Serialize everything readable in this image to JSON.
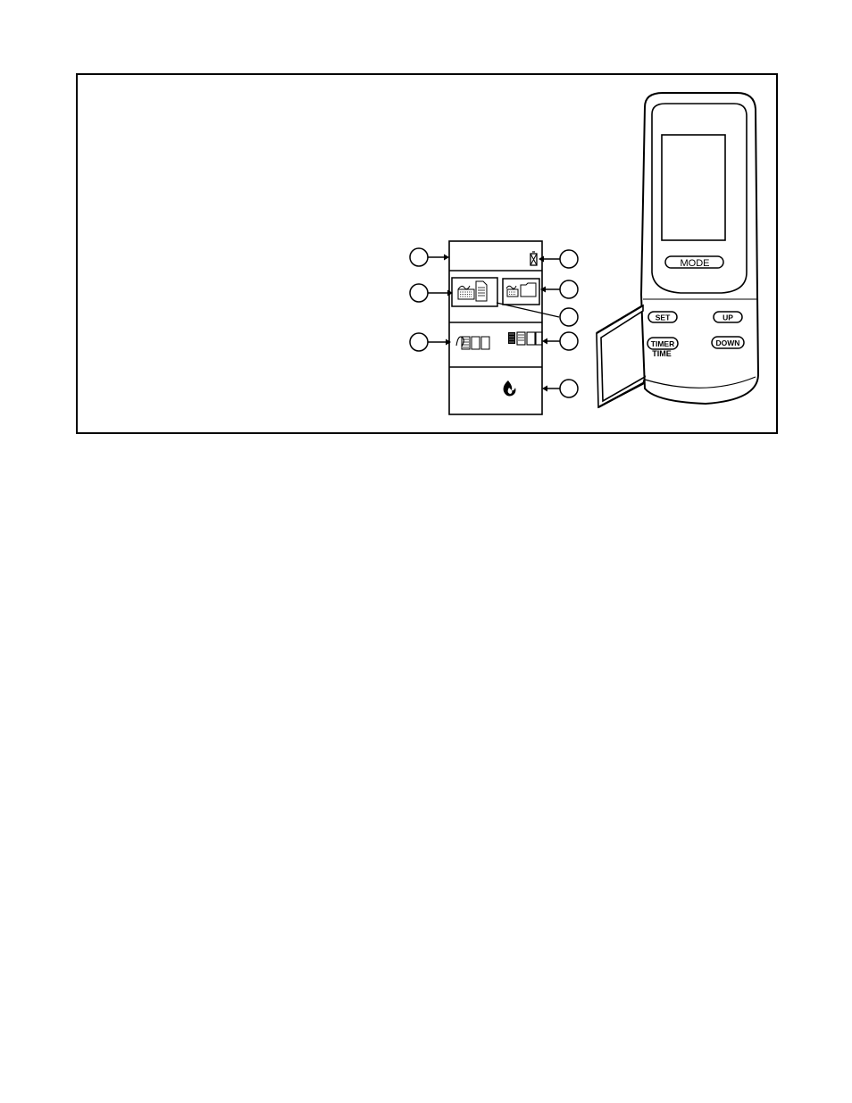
{
  "figure": {
    "frame_color": "#000000",
    "background": "#ffffff"
  },
  "display_panel": {
    "callouts": [
      {
        "id": "c1",
        "side": "left",
        "target": "top-row",
        "label": ""
      },
      {
        "id": "c2",
        "side": "right",
        "target": "battery-icon",
        "label": ""
      },
      {
        "id": "c3",
        "side": "left",
        "target": "manual-icon",
        "label": ""
      },
      {
        "id": "c4",
        "side": "right",
        "target": "thermostat-icon",
        "label": ""
      },
      {
        "id": "c5",
        "side": "right",
        "target": "manual-icon-pointer",
        "label": ""
      },
      {
        "id": "c6",
        "side": "left",
        "target": "flame-level-left",
        "label": ""
      },
      {
        "id": "c7",
        "side": "right",
        "target": "flame-level-right",
        "label": ""
      },
      {
        "id": "c8",
        "side": "right",
        "target": "flame-icon",
        "label": ""
      }
    ],
    "icons": [
      "battery-icon",
      "manual-mode-icon",
      "thermostat-mode-icon",
      "fan-level-icon",
      "bar-level-icon",
      "flame-icon"
    ]
  },
  "remote": {
    "mode_label": "MODE",
    "set_label": "SET",
    "up_label": "UP",
    "timer_label": "TIMER",
    "down_label": "DOWN",
    "time_label": "TIME"
  }
}
